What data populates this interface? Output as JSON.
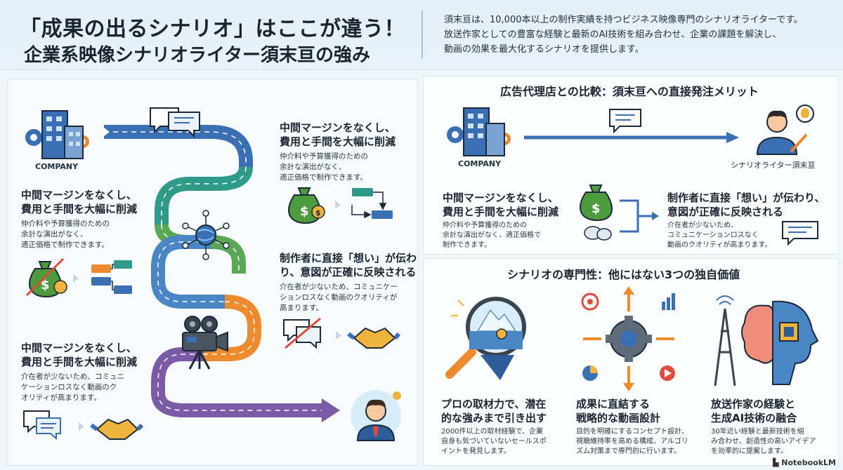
{
  "header": {
    "title_line1": "「成果の出るシナリオ」はここが違う！",
    "title_line2": "企業系映像シナリオライター須末亘の強み",
    "intro": [
      "須末亘は、10,000本以上の制作実績を持つビジネス映像専門のシナリオライターです。",
      "放送作家としての豊富な経験と最新のAI技術を組み合わせ、企業の課題を解決し、",
      "動画の効果を最大化するシナリオを提供します。"
    ]
  },
  "left": {
    "company_label": "COMPANY",
    "block1": {
      "heading": [
        "中間マージンをなくし、",
        "費用と手間を大幅に削減"
      ],
      "text": [
        "仲介料や予算獲得のための",
        "余計な演出がなく、",
        "適正価格で制作できます。"
      ]
    },
    "block2": {
      "heading": [
        "中間マージンをなくし、",
        "費用と手間を大幅に削減"
      ],
      "text": [
        "仲介料や予算獲得のための",
        "余計な演出がなく、",
        "適正価格で制作できます。"
      ]
    },
    "block3": {
      "heading": [
        "制作者に直接「想い」が伝わ",
        "り、意図が正確に反映される"
      ],
      "text": [
        "介在者が少ないため、コミュニケー",
        "ションロスなく動画のクオリティが",
        "高まります。"
      ]
    },
    "block4": {
      "heading": [
        "中間マージンをなくし、",
        "費用と手間を大幅に削減"
      ],
      "text": [
        "介在者が少ないため、コミュニ",
        "ケーションロスなく動画のク",
        "オリティが高まります。"
      ]
    }
  },
  "compare": {
    "title": "広告代理店との比較：須末亘への直接発注メリット",
    "company_label": "COMPANY",
    "writer_label": "シナリオライター須末亘",
    "block_left": {
      "heading": [
        "中間マージンをなくし、",
        "費用と手間を大幅に削減"
      ],
      "text": [
        "仲介料や予算獲得のための",
        "余計な演出がなく、適正価格で",
        "制作できます。"
      ]
    },
    "block_right": {
      "heading": [
        "制作者に直接「想い」が伝わり、",
        "意図が正確に反映される"
      ],
      "text": [
        "介在者が少ないため、",
        "コミュニケーションロスなく",
        "動画のクオリティが高まります。"
      ]
    }
  },
  "unique": {
    "title": "シナリオの専門性：他にはない3つの独自価値",
    "cards": [
      {
        "heading": [
          "プロの取材力で、潜在",
          "的な強みまで引き出す"
        ],
        "text": [
          "2000件以上の取材経験で、企業",
          "自身も気づいていないセールスポ",
          "イントを発見します。"
        ]
      },
      {
        "heading": [
          "成果に直結する",
          "戦略的な動画設計"
        ],
        "text": [
          "目的を明確にするコンセプト設計、",
          "視聴維持率を高める構成、アルゴリ",
          "ズム対策まで専門的に行います。"
        ]
      },
      {
        "heading": [
          "放送作家の経験と",
          "生成AI技術の融合"
        ],
        "text": [
          "30年近い経験と最新技術を組",
          "み合わせ、創造性の高いアイデア",
          "を効率的に提案します。"
        ]
      }
    ]
  },
  "footer": {
    "logo": "NotebookLM"
  },
  "colors": {
    "blue": "#3b6fb3",
    "teal": "#2e9a8a",
    "green": "#5aa856",
    "orange": "#ee8a2e",
    "purple": "#7b5aa6",
    "gold": "#f0b43c"
  }
}
